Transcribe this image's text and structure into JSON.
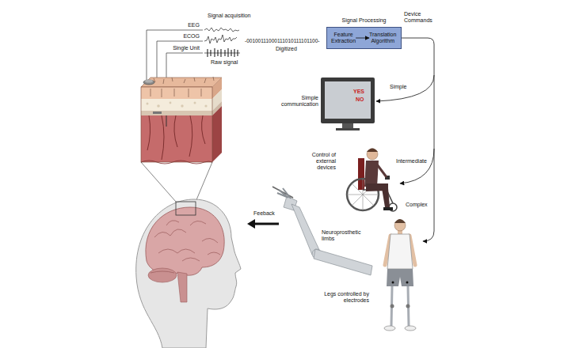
{
  "diagram": {
    "nodes": [
      {
        "text": [
          "Signal Processing"
        ]
      },
      {
        "text": [
          "Feature Extraction"
        ],
        "in": 0
      },
      {
        "text": [
          "Translation Algorithm"
        ],
        "in": 0
      }
    ],
    "edges": [
      {
        "from": 1,
        "to": 2,
        "arrow": "to"
      }
    ],
    "labels": [
      "Signal acquisition",
      "EEG",
      "ECOG",
      "Single Unit",
      "Raw signal",
      "-00100111000111010111101100-",
      "Digitized",
      "Device Commands",
      "YES",
      "NO",
      "Simple communication",
      "Simple",
      "Intermediate",
      "Control of external devices",
      "Complex",
      "Feeback",
      "Neuroprosthetic limbs",
      "Legs controlled by electrodes"
    ]
  }
}
